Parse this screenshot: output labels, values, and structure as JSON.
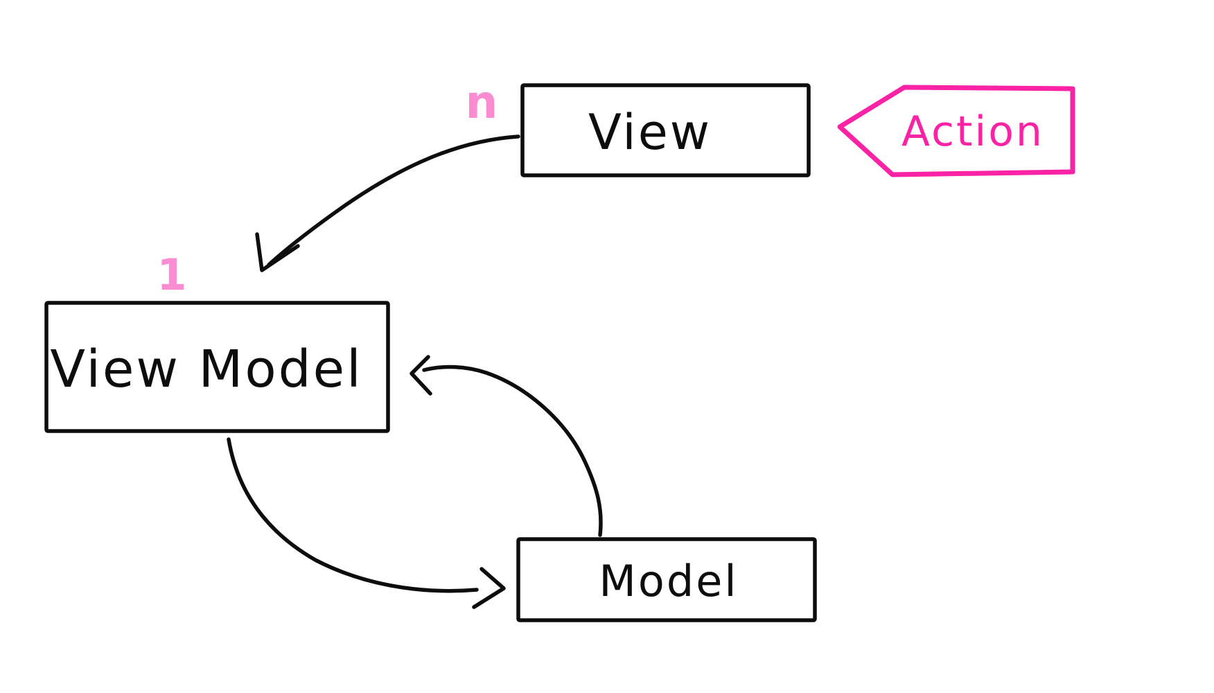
{
  "diagram": {
    "boxes": [
      {
        "id": "view",
        "label": "View"
      },
      {
        "id": "view-model",
        "label": "View Model"
      },
      {
        "id": "model",
        "label": "Model"
      }
    ],
    "action_tag": {
      "label": "Action"
    },
    "multiplicity": {
      "at_view": "n",
      "at_view_model": "1"
    },
    "arrows": [
      {
        "from": "view",
        "to": "view-model",
        "style": "curved, hand-drawn"
      },
      {
        "from": "view-model",
        "to": "model",
        "style": "curved, hand-drawn"
      },
      {
        "from": "model",
        "to": "view-model",
        "style": "curved, hand-drawn"
      }
    ],
    "colors": {
      "ink": "#0d0d0d",
      "accent_pink": "#fa23a5",
      "light_pink": "#fa8cd2",
      "background": "#ffffff"
    }
  }
}
